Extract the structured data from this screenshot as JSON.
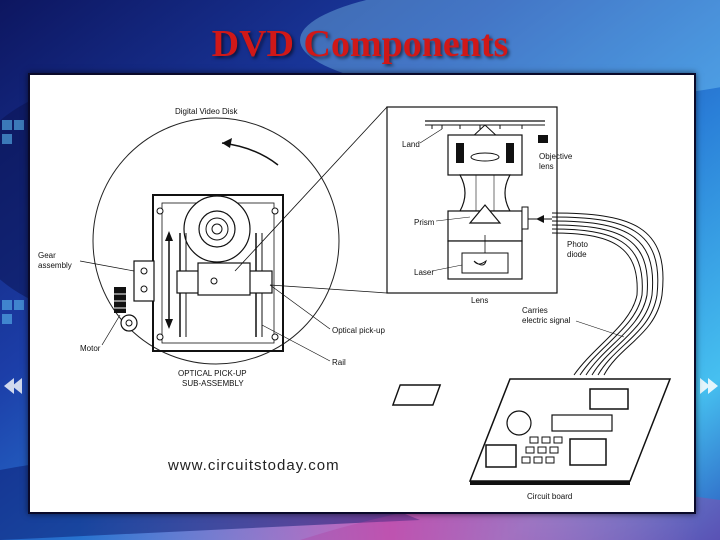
{
  "slide": {
    "title": "DVD Components",
    "colors": {
      "title": "#d01818",
      "background_dark": "#101a6a",
      "background_light": "#46c0f0",
      "accent_pink": "#d040a0"
    }
  },
  "diagram": {
    "labels": {
      "disk": "Digital Video Disk",
      "gear_line1": "Gear",
      "gear_line2": "assembly",
      "motor": "Motor",
      "pickup_line1": "OPTICAL PICK-UP",
      "pickup_line2": "SUB-ASSEMBLY",
      "optical_pickup": "Optical pick-up",
      "rail": "Rail",
      "land": "Land",
      "objective_line1": "Objective",
      "objective_line2": "lens",
      "prism": "Prism",
      "photo_line1": "Photo",
      "photo_line2": "diode",
      "laser": "Laser",
      "lens": "Lens",
      "carries_line1": "Carries",
      "carries_line2": "electric signal",
      "circuit_board": "Circuit board",
      "url": "www.circuitstoday.com"
    }
  }
}
